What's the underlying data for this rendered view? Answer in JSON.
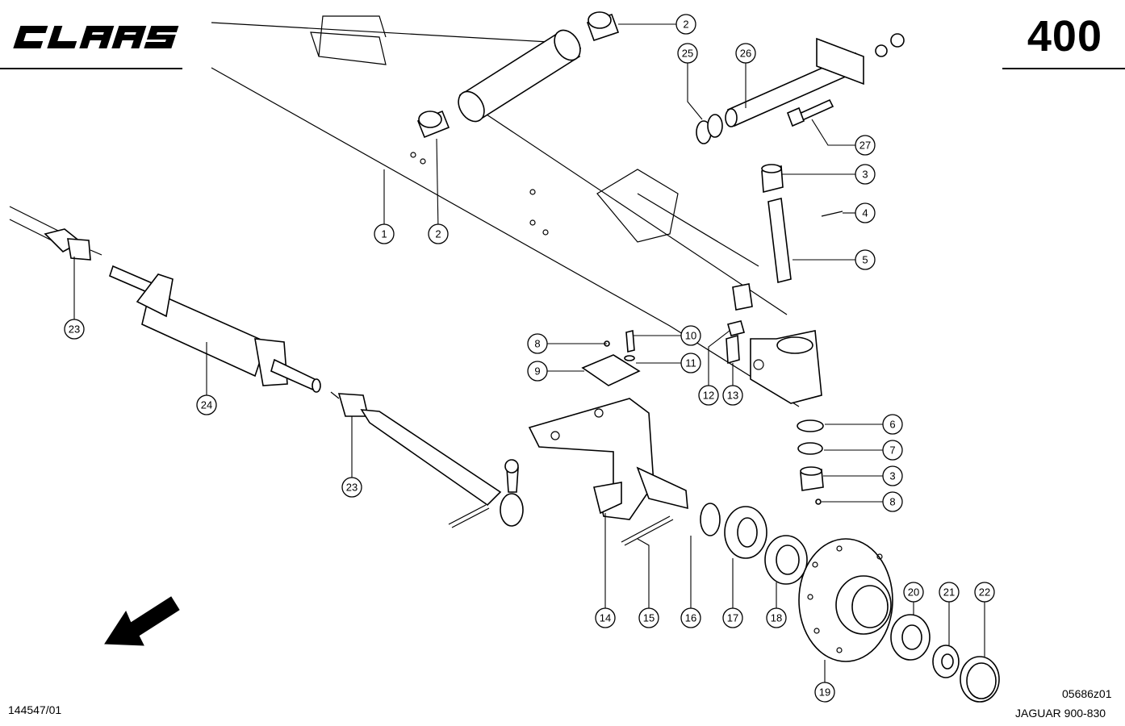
{
  "brand": {
    "name": "CLAAS"
  },
  "header": {
    "page_number": "400"
  },
  "footer": {
    "left_code": "144547/01",
    "drawing_code": "05686z01",
    "model": "JAGUAR 900-830"
  },
  "callouts": [
    {
      "id": "c1",
      "label": "1"
    },
    {
      "id": "c2a",
      "label": "2"
    },
    {
      "id": "c2b",
      "label": "2"
    },
    {
      "id": "c3a",
      "label": "3"
    },
    {
      "id": "c3b",
      "label": "3"
    },
    {
      "id": "c4",
      "label": "4"
    },
    {
      "id": "c5",
      "label": "5"
    },
    {
      "id": "c6",
      "label": "6"
    },
    {
      "id": "c7",
      "label": "7"
    },
    {
      "id": "c8a",
      "label": "8"
    },
    {
      "id": "c8b",
      "label": "8"
    },
    {
      "id": "c9",
      "label": "9"
    },
    {
      "id": "c10",
      "label": "10"
    },
    {
      "id": "c11",
      "label": "11"
    },
    {
      "id": "c12",
      "label": "12"
    },
    {
      "id": "c13",
      "label": "13"
    },
    {
      "id": "c14",
      "label": "14"
    },
    {
      "id": "c15",
      "label": "15"
    },
    {
      "id": "c16",
      "label": "16"
    },
    {
      "id": "c17",
      "label": "17"
    },
    {
      "id": "c18",
      "label": "18"
    },
    {
      "id": "c19",
      "label": "19"
    },
    {
      "id": "c20",
      "label": "20"
    },
    {
      "id": "c21",
      "label": "21"
    },
    {
      "id": "c22",
      "label": "22"
    },
    {
      "id": "c23a",
      "label": "23"
    },
    {
      "id": "c23b",
      "label": "23"
    },
    {
      "id": "c24",
      "label": "24"
    },
    {
      "id": "c25",
      "label": "25"
    },
    {
      "id": "c26",
      "label": "26"
    },
    {
      "id": "c27",
      "label": "27"
    }
  ]
}
